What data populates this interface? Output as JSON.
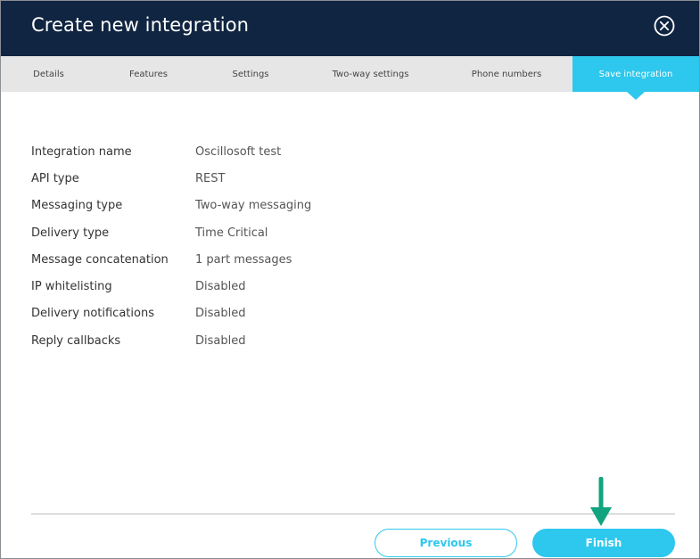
{
  "header": {
    "title": "Create new integration",
    "close_icon": "close-circle-icon"
  },
  "steps": [
    {
      "label": "Details",
      "active": false
    },
    {
      "label": "Features",
      "active": false
    },
    {
      "label": "Settings",
      "active": false
    },
    {
      "label": "Two-way settings",
      "active": false
    },
    {
      "label": "Phone numbers",
      "active": false
    },
    {
      "label": "Save integration",
      "active": true
    }
  ],
  "summary": [
    {
      "label": "Integration name",
      "value": "Oscillosoft test"
    },
    {
      "label": "API type",
      "value": "REST"
    },
    {
      "label": "Messaging type",
      "value": "Two-way messaging"
    },
    {
      "label": "Delivery type",
      "value": "Time Critical"
    },
    {
      "label": "Message concatenation",
      "value": "1 part messages"
    },
    {
      "label": "IP whitelisting",
      "value": "Disabled"
    },
    {
      "label": "Delivery notifications",
      "value": "Disabled"
    },
    {
      "label": "Reply callbacks",
      "value": "Disabled"
    }
  ],
  "footer": {
    "previous_label": "Previous",
    "finish_label": "Finish",
    "annotation_icon": "arrow-down-icon"
  },
  "colors": {
    "header_bg": "#102541",
    "accent": "#2ec7ed",
    "steps_bg": "#e6e6e6",
    "annotation_arrow": "#12a37f"
  }
}
